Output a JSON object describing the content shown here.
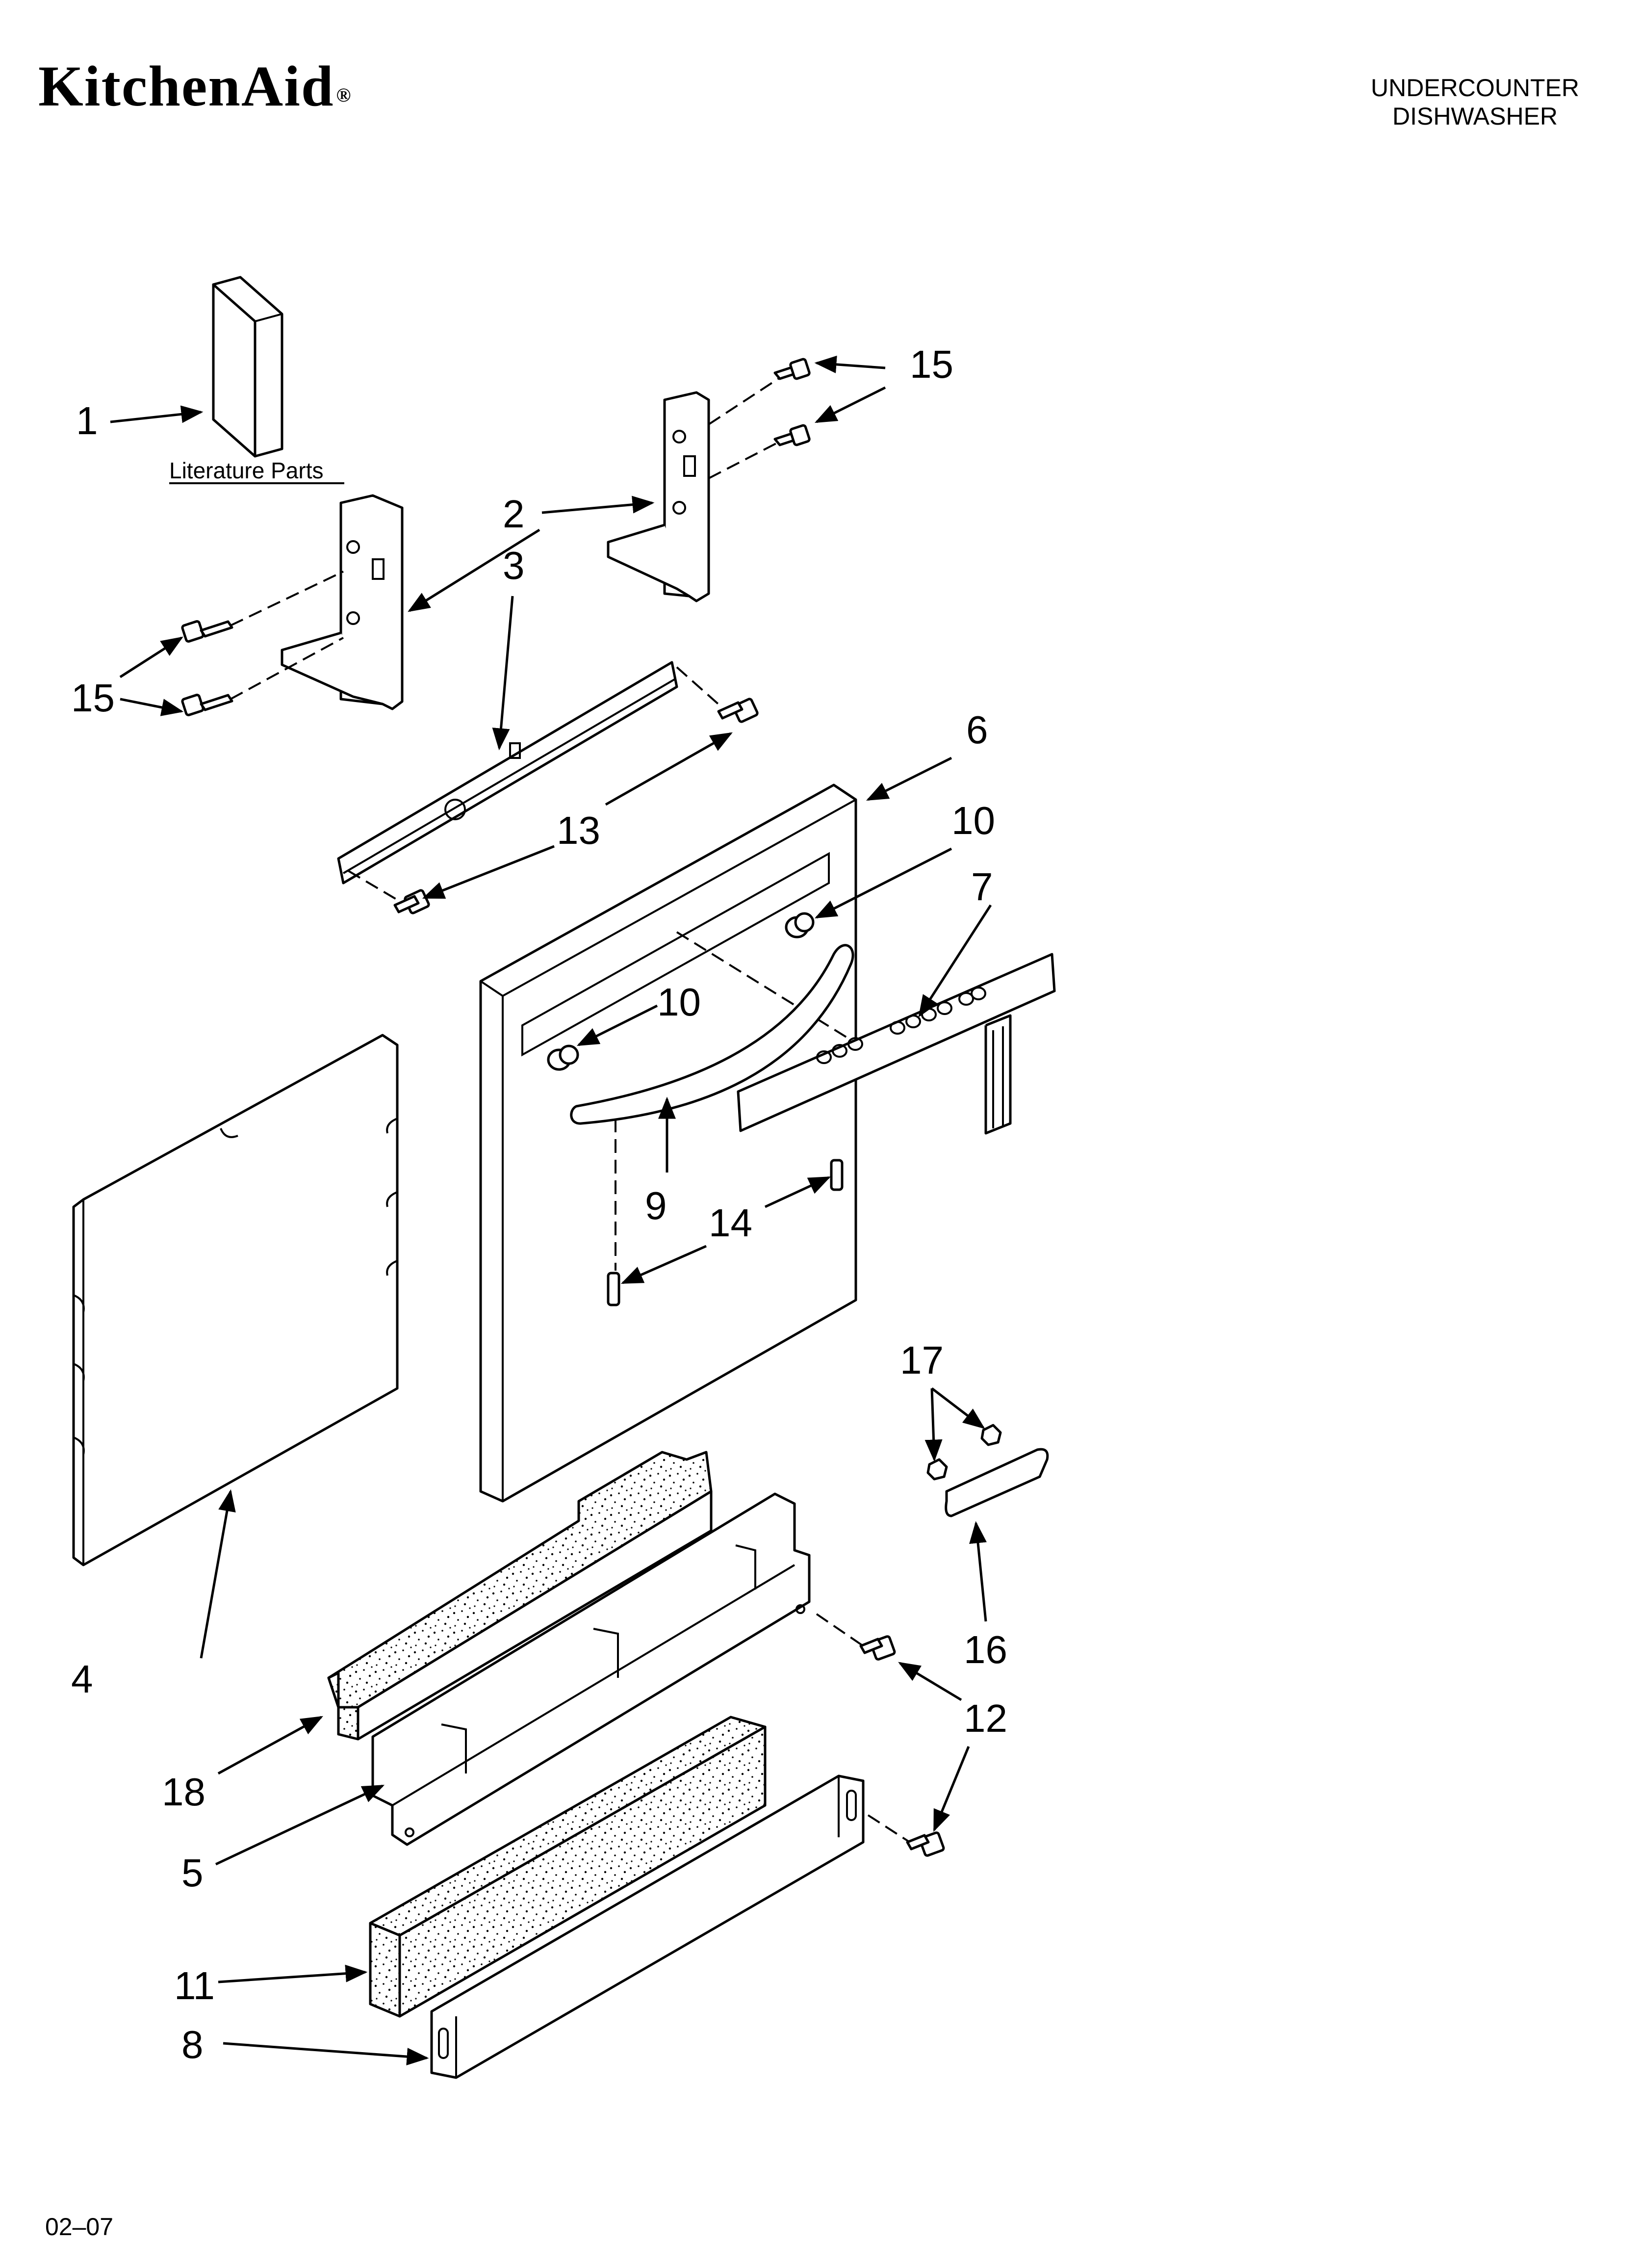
{
  "header": {
    "brand": "KitchenAid",
    "brand_mark": "®",
    "product_line1": "UNDERCOUNTER",
    "product_line2": "DISHWASHER"
  },
  "footer": {
    "date_code": "02–07"
  },
  "literature_label": "Literature Parts",
  "callouts": {
    "c1": "1",
    "c2": "2",
    "c3": "3",
    "c4": "4",
    "c5": "5",
    "c6": "6",
    "c7": "7",
    "c8": "8",
    "c9": "9",
    "c10a": "10",
    "c10b": "10",
    "c11": "11",
    "c12": "12",
    "c13": "13",
    "c14": "14",
    "c15a": "15",
    "c15b": "15",
    "c16": "16",
    "c17": "17",
    "c18": "18"
  }
}
